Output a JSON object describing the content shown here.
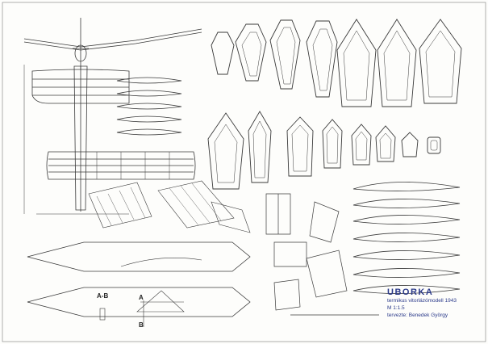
{
  "title_block": {
    "name": "UBORKA",
    "description": "termikus vitorlázómodell 1943",
    "scale": "M 1:1.5",
    "designer": "tervezte: Benedek György"
  },
  "section_labels": {
    "ab": "A-B",
    "a": "A",
    "b": "B"
  },
  "colors": {
    "line": "#3a3a3a",
    "paper": "#fdfdfb",
    "title": "#2b3a8a"
  }
}
